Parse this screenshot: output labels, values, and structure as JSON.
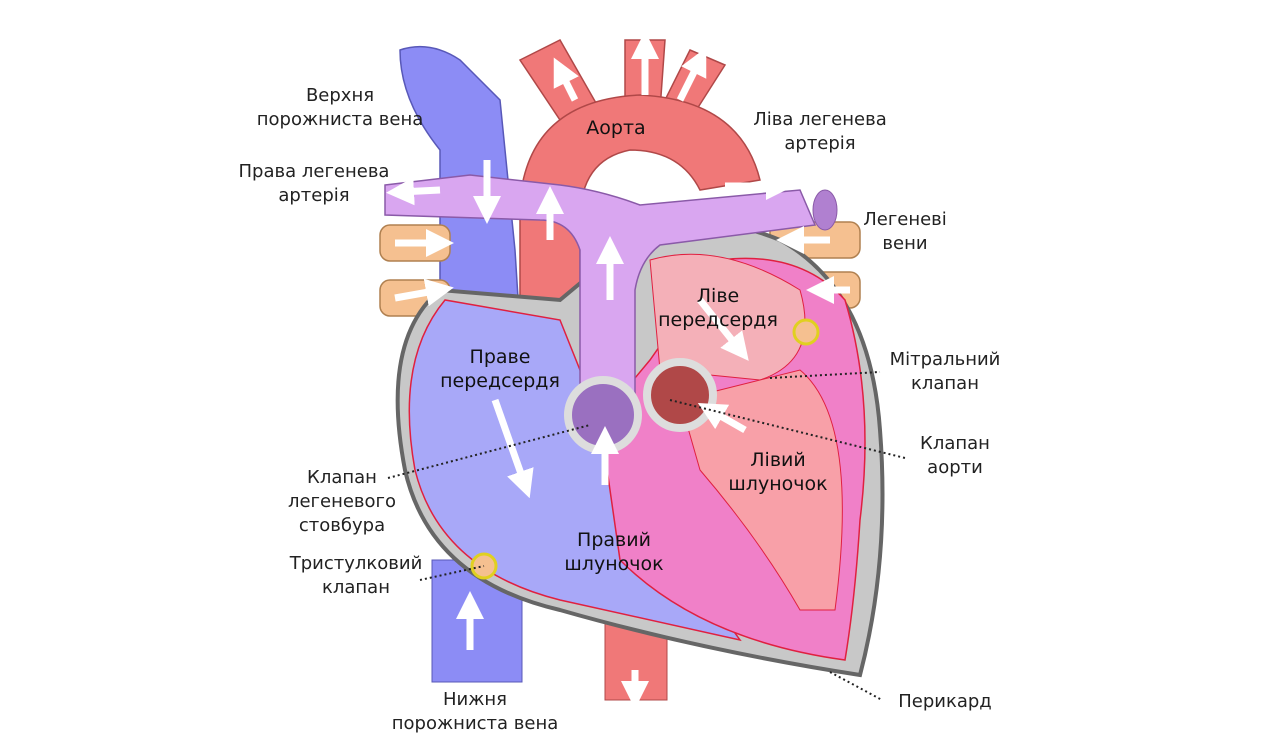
{
  "labels": {
    "svc": [
      "Верхня",
      "порожниста вена"
    ],
    "rpa": [
      "Права легенева",
      "артерія"
    ],
    "aorta": [
      "Аорта"
    ],
    "lpa": [
      "Ліва легенева",
      "артерія"
    ],
    "pv": [
      "Легеневі",
      "вени"
    ],
    "la": [
      "Ліве",
      "передсердя"
    ],
    "mitral": [
      "Мітральний",
      "клапан"
    ],
    "ra": [
      "Праве",
      "передсердя"
    ],
    "aortic_valve": [
      "Клапан",
      "аорти"
    ],
    "lv": [
      "Лівий",
      "шлуночок"
    ],
    "pulm_valve": [
      "Клапан",
      "легеневого",
      "стовбура"
    ],
    "rv": [
      "Правий",
      "шлуночок"
    ],
    "tricuspid": [
      "Тристулковий",
      "клапан"
    ],
    "ivc": [
      "Нижня",
      "порожниста вена"
    ],
    "pericardium": [
      "Перикард"
    ]
  },
  "colors": {
    "vein": "#8c8cf5",
    "artery": "#f07878",
    "pulmonary_artery": "#d9a6f0",
    "pulmonary_vein": "#f5c090",
    "left_heart": "#f080c8",
    "pericardium": "#999999"
  }
}
